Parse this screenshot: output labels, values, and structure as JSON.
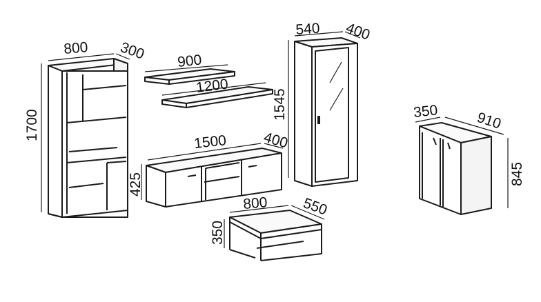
{
  "bookcase": {
    "width": "800",
    "depth": "300",
    "height": "1700"
  },
  "shelves": {
    "short": "900",
    "long": "1200"
  },
  "tv_unit": {
    "width": "1500",
    "depth": "400",
    "height": "425"
  },
  "wardrobe": {
    "width": "540",
    "depth": "400",
    "height": "1545"
  },
  "coffee_table": {
    "width": "800",
    "depth": "550",
    "height": "350"
  },
  "cabinet": {
    "width": "350",
    "depth": "910",
    "height": "845"
  }
}
